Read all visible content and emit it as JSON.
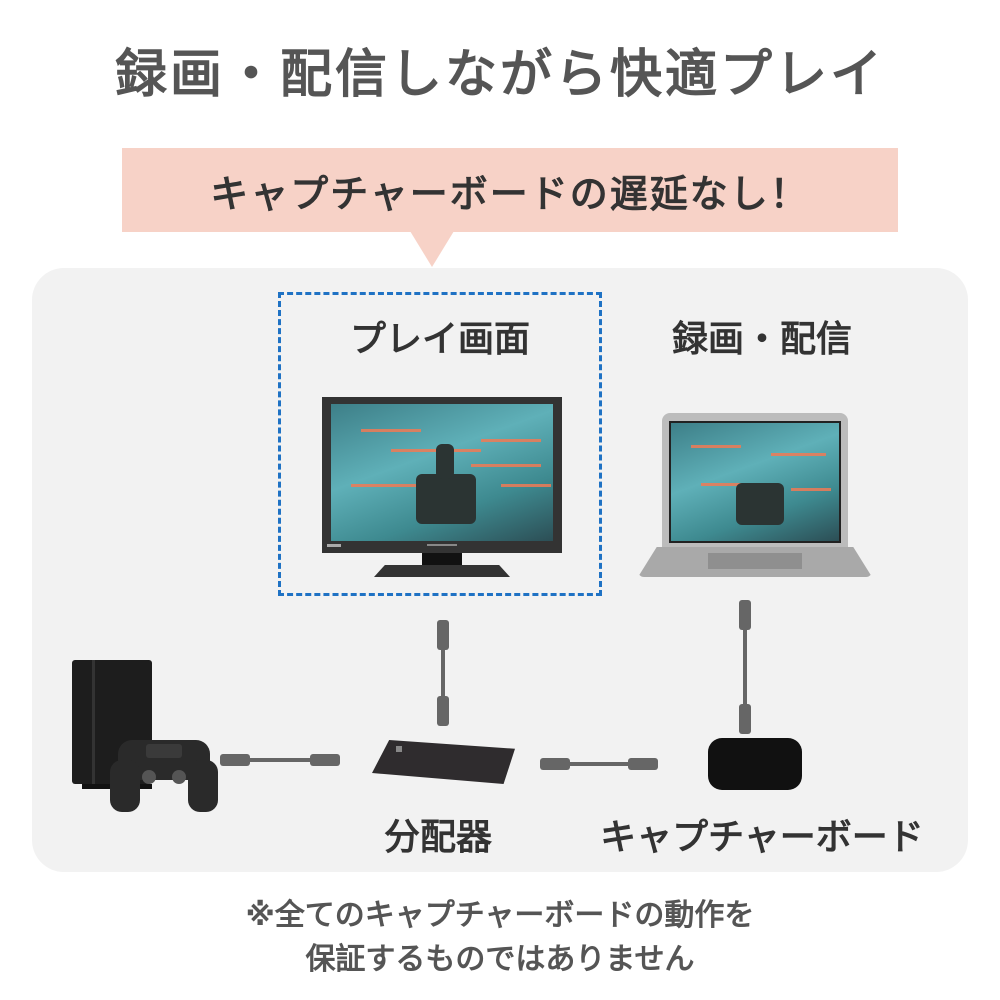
{
  "title": "録画・配信しながら快適プレイ",
  "banner": "キャプチャーボードの遅延なし！",
  "labels": {
    "play_screen": "プレイ画面",
    "record_stream": "録画・配信",
    "splitter": "分配器",
    "capture_board": "キャプチャーボード"
  },
  "footer": {
    "line1": "※全てのキャプチャーボードの動作を",
    "line2": "保証するものではありません"
  },
  "colors": {
    "banner": "#f7d2c7",
    "panel": "#f2f2f2",
    "dashed_box": "#1f72c4"
  }
}
